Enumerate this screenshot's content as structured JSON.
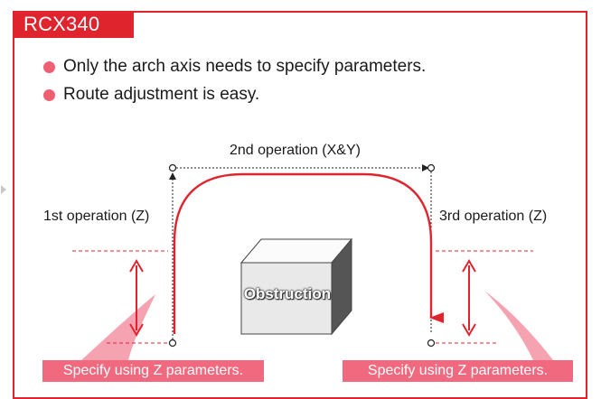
{
  "title": "RCX340",
  "bullets": [
    "Only the arch axis needs to specify parameters.",
    "Route adjustment is easy."
  ],
  "labels": {
    "op2": "2nd operation (X&Y)",
    "op1": "1st operation (Z)",
    "op3": "3rd operation (Z)",
    "obstruction": "Obstruction"
  },
  "callouts": {
    "left": "Specify using Z parameters.",
    "right": "Specify using Z parameters."
  },
  "colors": {
    "accent": "#e0242e",
    "callout": "#f0697f",
    "bullet_dot": "#ef5f72"
  }
}
